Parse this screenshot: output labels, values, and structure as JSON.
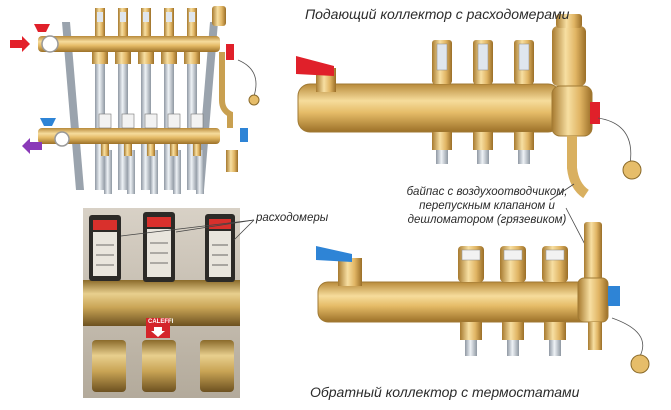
{
  "titles": {
    "supply": "Подающий коллектор с расходомерами",
    "return": "Обратный коллектор с термостатами"
  },
  "labels": {
    "flowmeters": "расходомеры",
    "bypass": [
      "байпас с воздухоотводчиком,",
      "перепускным клапаном и",
      "дешломатором (грязевиком)"
    ]
  },
  "photo": {
    "tag_text": "CALEFFI"
  },
  "colors": {
    "brass": "#e6bd6a",
    "brass_dark": "#b08535",
    "steel": "#c7ced6",
    "red_valve": "#e0202a",
    "blue_valve": "#2e84d6",
    "arrow_supply": "#e3202a",
    "arrow_return": "#8a3ab8",
    "photo_bg": "#c9c1b3"
  },
  "icons": [
    "red-valve-handle-icon",
    "blue-valve-handle-icon",
    "pressure-gauge-icon",
    "air-vent-icon",
    "flowmeter-icon",
    "thermostat-cap-icon",
    "drain-cap-icon",
    "flow-arrow-icon"
  ]
}
